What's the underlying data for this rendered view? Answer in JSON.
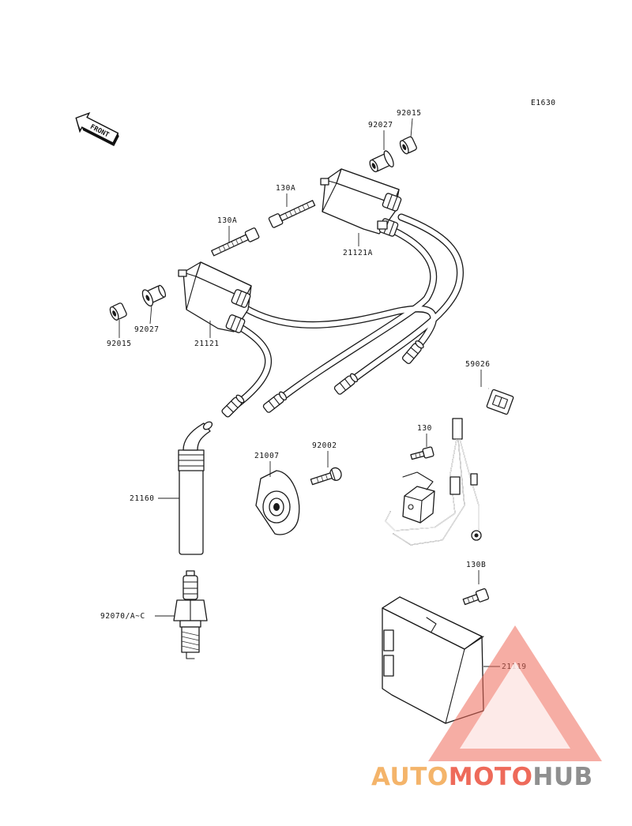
{
  "diagram_code": "E1630",
  "front_label": "FRONT",
  "parts": {
    "washer_right": "92015",
    "collar_right": "92027",
    "bolt_upper": "130A",
    "coil_right": "21121A",
    "bolt_left": "130A",
    "washer_left": "92015",
    "collar_left": "92027",
    "coil_left": "21121",
    "connector_harness": "59026",
    "bolt_130": "130",
    "plate": "21007",
    "screw": "92002",
    "cap": "21160",
    "spark_plug": "92070/A~C",
    "bolt_130b": "130B",
    "igniter": "21119"
  },
  "watermark": {
    "part1": "AUTO",
    "part2": "MOTO",
    "part3": "HUB",
    "color_orange": "#f4b46a",
    "color_red": "#ee6a5a",
    "color_gray": "#8f8f8f"
  }
}
